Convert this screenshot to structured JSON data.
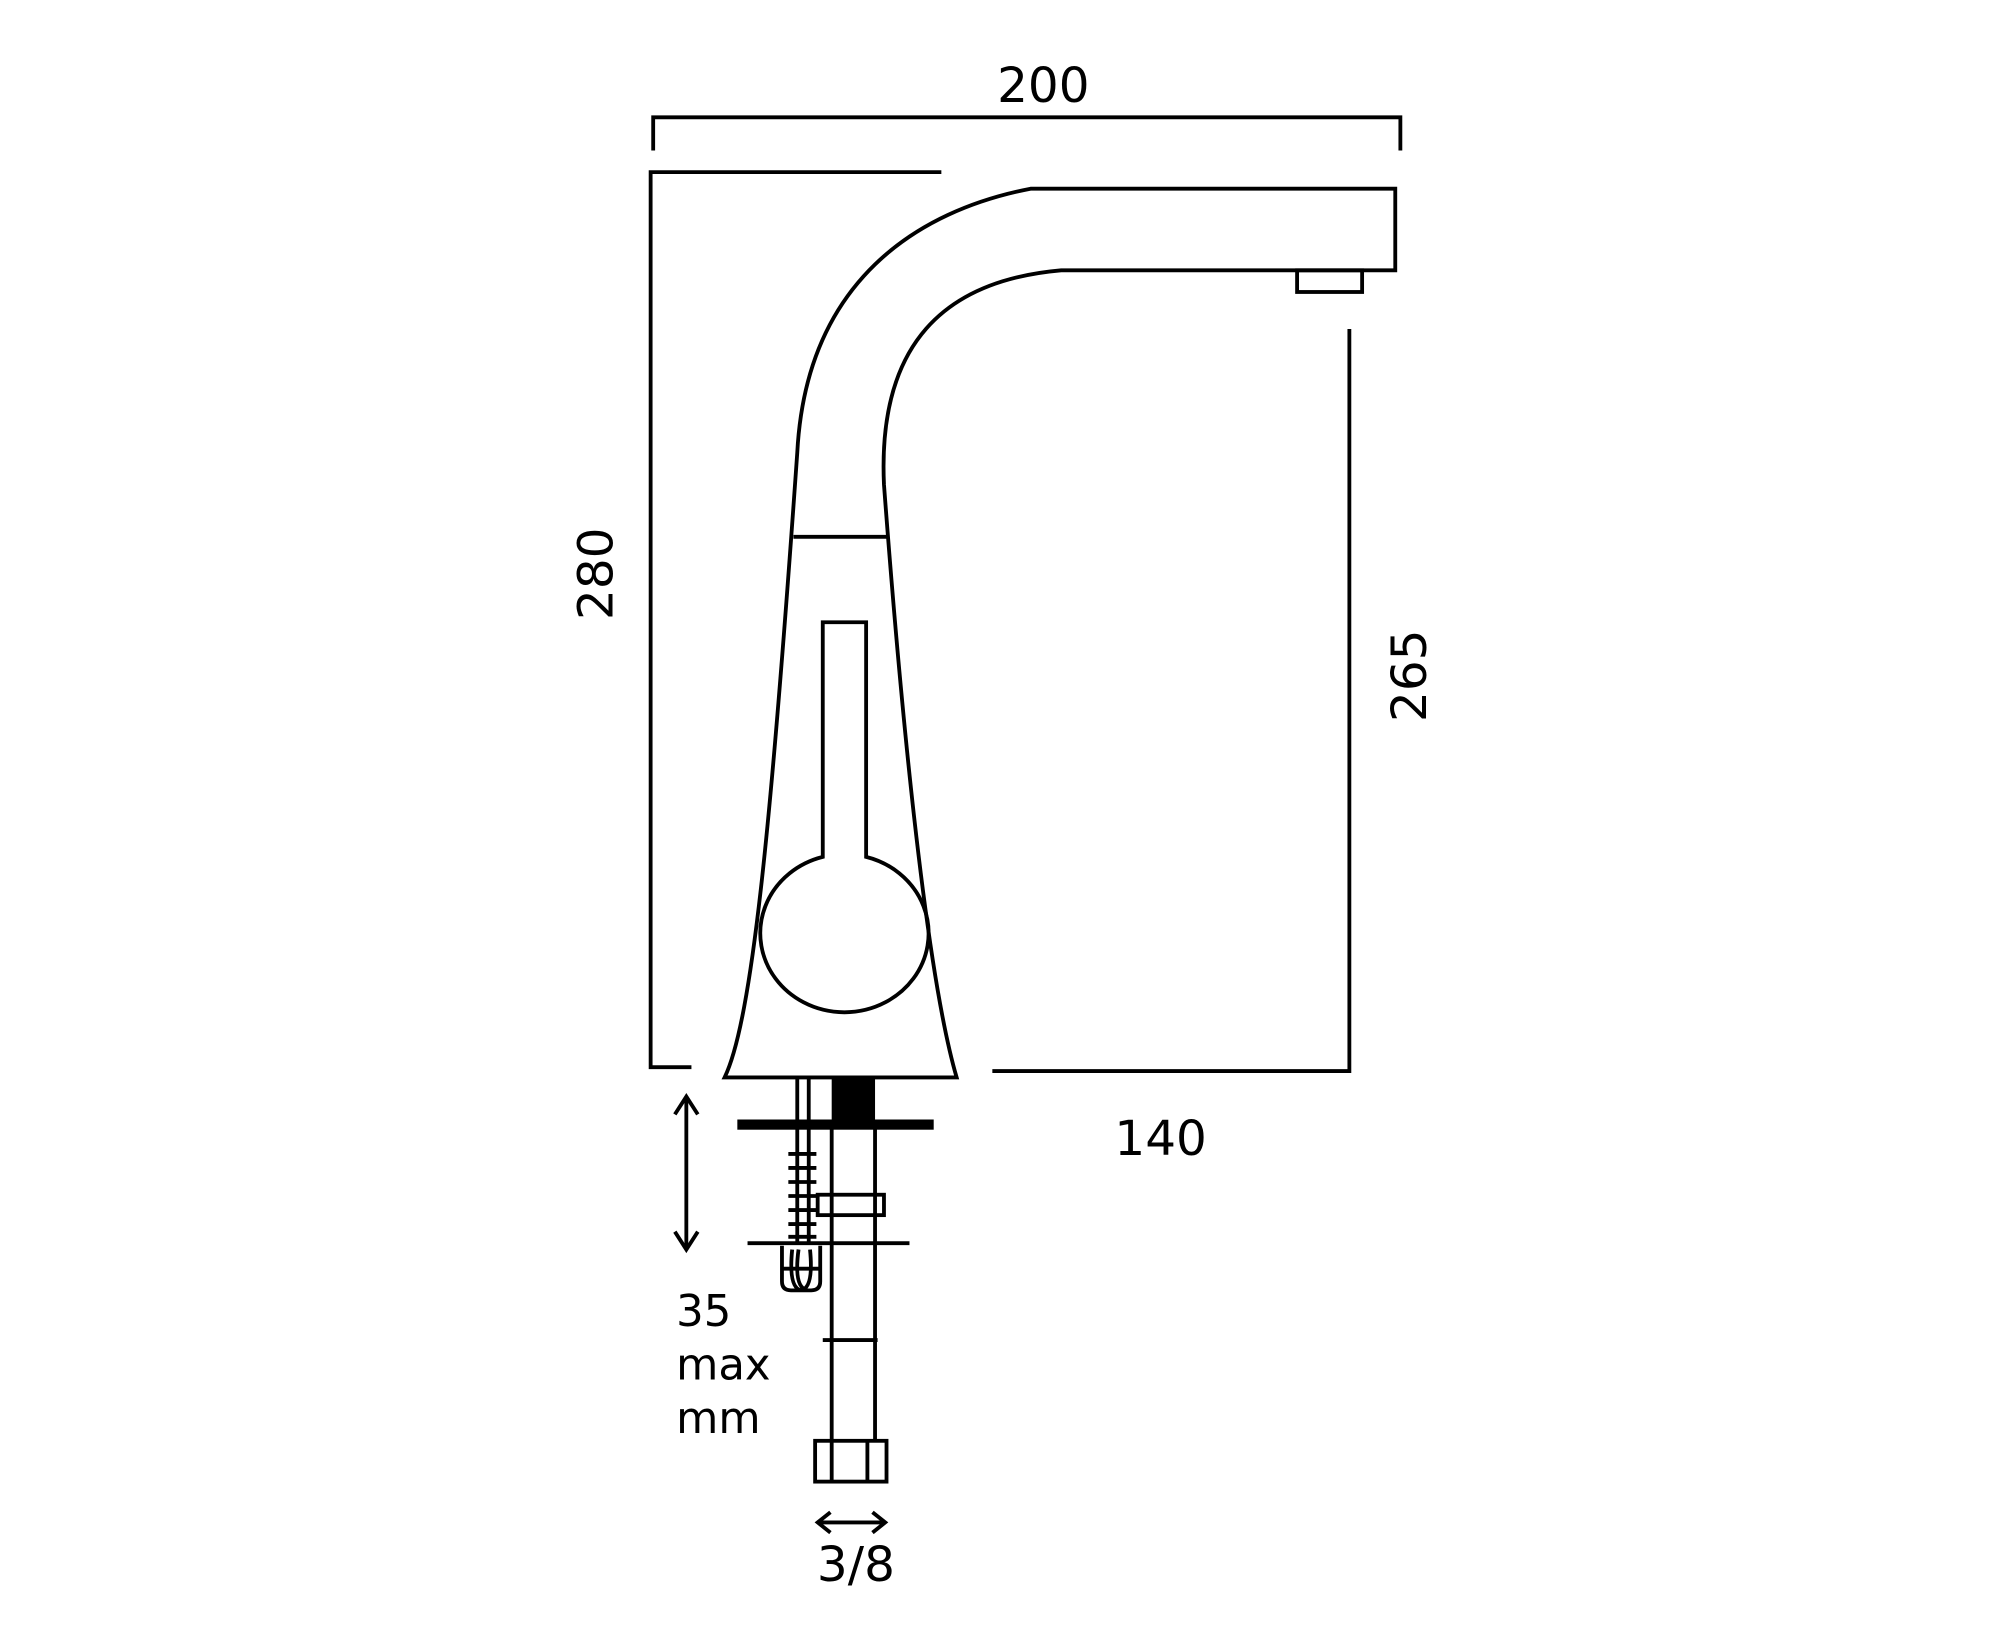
{
  "dimensions": {
    "width": "200",
    "height_total": "280",
    "spout_height": "265",
    "spout_reach": "140",
    "counter_thickness_value": "35",
    "counter_thickness_qualifier": "max",
    "counter_thickness_unit": "mm",
    "connection_size": "3/8"
  },
  "colors": {
    "line": "#000000",
    "background": "#ffffff"
  }
}
